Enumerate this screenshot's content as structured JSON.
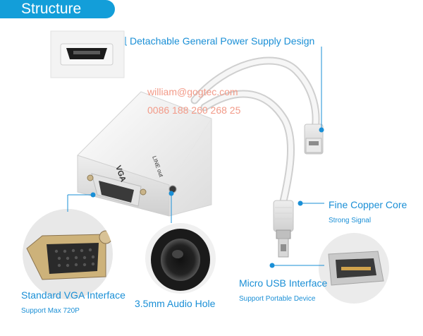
{
  "header": {
    "title": "Structure"
  },
  "watermark": {
    "email": "william@gogtec.com",
    "phone": "0086 188 260 268 25"
  },
  "device": {
    "vga_text": "VGA",
    "line_out_text": "LINE out"
  },
  "callouts": {
    "power": {
      "title": "Detachable General Power Supply Design"
    },
    "copper": {
      "title": "Fine Copper Core",
      "subtitle": "Strong Signal"
    },
    "micro_usb": {
      "title": "Micro USB Interface",
      "subtitle": "Support Portable Device"
    },
    "vga": {
      "title": "Standard VGA Interface",
      "subtitle": "Support Max 720P"
    },
    "audio": {
      "title": "3.5mm Audio Hole"
    }
  },
  "colors": {
    "accent": "#139ed9",
    "label": "#1a8fd6",
    "watermark": "#f29a88"
  }
}
